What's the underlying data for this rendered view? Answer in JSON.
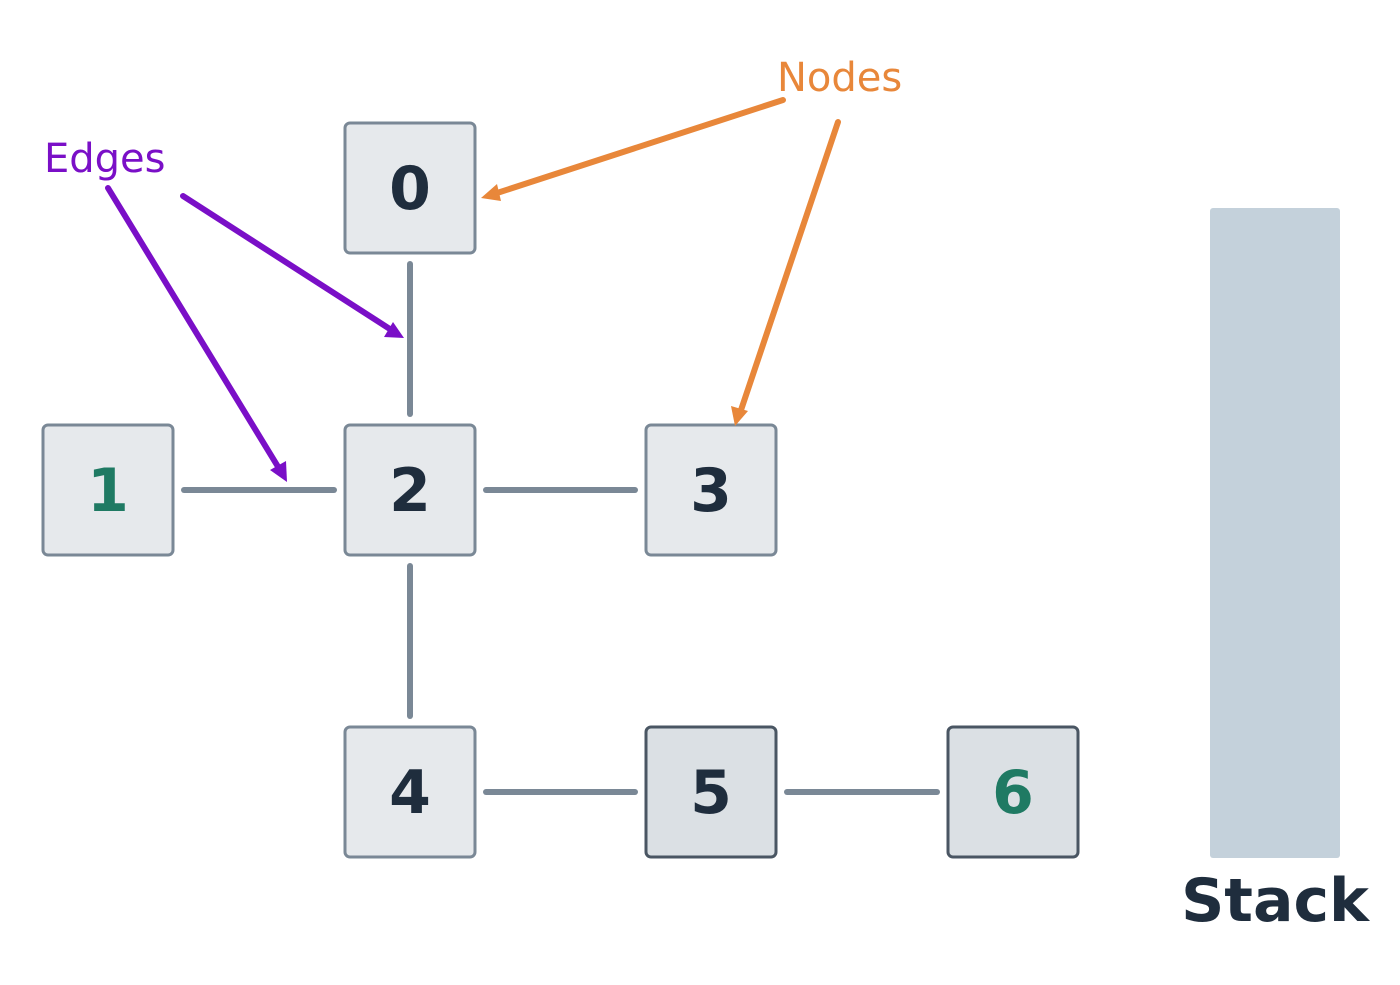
{
  "colors": {
    "node_fill": "#e6e9ec",
    "node_fill_dark": "#dbe0e4",
    "node_border": "#7a8896",
    "node_border_dark": "#4a5663",
    "edge": "#7a8896",
    "text_dark": "#1f2d3d",
    "text_green": "#1f7a63",
    "edges_annotation": "#7a0fc7",
    "nodes_annotation": "#e8873a",
    "stack_fill": "#c4d1db"
  },
  "nodes": [
    {
      "id": "0",
      "label": "0",
      "color": "dark",
      "style": "light"
    },
    {
      "id": "1",
      "label": "1",
      "color": "green",
      "style": "light"
    },
    {
      "id": "2",
      "label": "2",
      "color": "dark",
      "style": "light"
    },
    {
      "id": "3",
      "label": "3",
      "color": "dark",
      "style": "light"
    },
    {
      "id": "4",
      "label": "4",
      "color": "dark",
      "style": "light"
    },
    {
      "id": "5",
      "label": "5",
      "color": "dark",
      "style": "dark"
    },
    {
      "id": "6",
      "label": "6",
      "color": "green",
      "style": "dark"
    }
  ],
  "edges": [
    {
      "from": "0",
      "to": "2"
    },
    {
      "from": "1",
      "to": "2"
    },
    {
      "from": "2",
      "to": "3"
    },
    {
      "from": "2",
      "to": "4"
    },
    {
      "from": "4",
      "to": "5"
    },
    {
      "from": "5",
      "to": "6"
    }
  ],
  "annotations": {
    "edges_label": "Edges",
    "nodes_label": "Nodes"
  },
  "stack": {
    "label": "Stack"
  }
}
